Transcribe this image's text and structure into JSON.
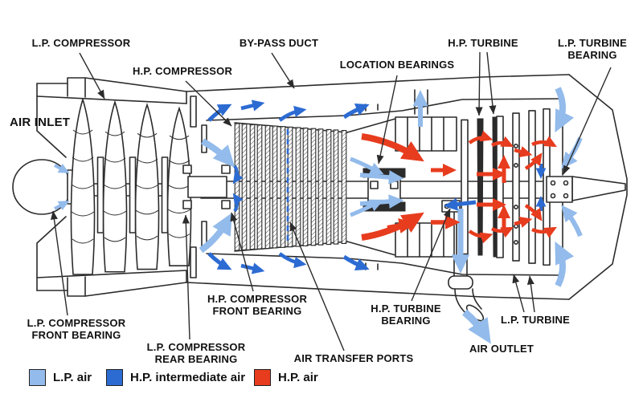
{
  "diagram": {
    "labels": {
      "air_inlet": "AIR INLET",
      "lp_compressor": "L.P. COMPRESSOR",
      "hp_compressor": "H.P. COMPRESSOR",
      "bypass_duct": "BY-PASS DUCT",
      "location_bearings": "LOCATION BEARINGS",
      "hp_turbine": "H.P. TURBINE",
      "lp_turbine_bearing": {
        "line1": "L.P. TURBINE",
        "line2": "BEARING"
      },
      "lp_compressor_front_bearing": {
        "line1": "L.P. COMPRESSOR",
        "line2": "FRONT BEARING"
      },
      "lp_compressor_rear_bearing": {
        "line1": "L.P. COMPRESSOR",
        "line2": "REAR BEARING"
      },
      "hp_compressor_front_bearing": {
        "line1": "H.P. COMPRESSOR",
        "line2": "FRONT BEARING"
      },
      "air_transfer_ports": "AIR TRANSFER PORTS",
      "hp_turbine_bearing": {
        "line1": "H.P. TURBINE",
        "line2": "BEARING"
      },
      "lp_turbine": "L.P. TURBINE",
      "air_outlet": "AIR OUTLET"
    },
    "legend": {
      "items": [
        {
          "id": "lp-air",
          "label": "L.P. air",
          "color": "#93BBEB"
        },
        {
          "id": "hp-intermediate-air",
          "label": "H.P. intermediate air",
          "color": "#2C6BD2"
        },
        {
          "id": "hp-air",
          "label": "H.P. air",
          "color": "#E73C1E"
        }
      ]
    },
    "colors": {
      "lp_air": "#93BBEB",
      "hp_intermediate_air": "#2C6BD2",
      "hp_air": "#E73C1E",
      "line": "#2b2b2b",
      "background": "#ffffff",
      "label_text": "#111111"
    }
  }
}
